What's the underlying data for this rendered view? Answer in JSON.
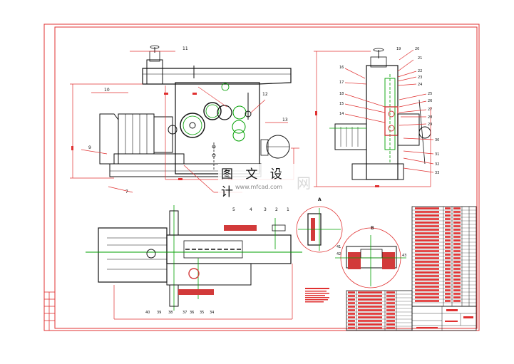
{
  "watermark": {
    "text": "图 文 设 计",
    "url": "www.mfcad.com",
    "brand_glyph": "网"
  },
  "colors": {
    "frame": "#e03030",
    "line": "#111111",
    "green": "#00a000",
    "hatch": "#d23a3a",
    "paper": "#ffffff"
  },
  "balloons": {
    "front_view": [
      "11",
      "10",
      "9",
      "7",
      "12",
      "13"
    ],
    "side_view": [
      "19",
      "16",
      "17",
      "18",
      "15",
      "14",
      "20",
      "21",
      "22",
      "23",
      "24",
      "25",
      "26",
      "27",
      "28",
      "29",
      "30",
      "31",
      "32",
      "33"
    ],
    "plan_view": [
      "5",
      "4",
      "3",
      "2",
      "1",
      "40",
      "39",
      "38",
      "37",
      "36",
      "35",
      "34"
    ],
    "detail_b": [
      "41",
      "42",
      "43"
    ]
  },
  "detail_labels": {
    "section_a": "A",
    "section_b": "B"
  }
}
